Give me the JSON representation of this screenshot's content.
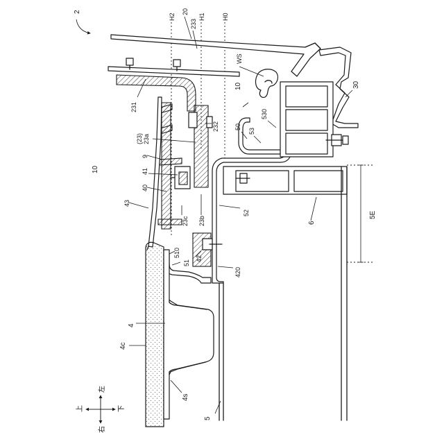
{
  "figure": {
    "ref_numbers": {
      "r2": "2",
      "r20": "20",
      "r233": "233",
      "rH2": "H2",
      "rH1": "H1",
      "rH0": "H0",
      "rWS": "WS",
      "r231": "231",
      "r10a": "10",
      "r10b": "10",
      "r30": "30",
      "r232": "232",
      "r23p": "(23)",
      "r23a": "23a",
      "r9": "9",
      "r530": "530",
      "r50": "50",
      "r53": "53",
      "r41": "41",
      "r40": "40",
      "r43": "43",
      "r23c": "23c",
      "r23b": "23b",
      "r52": "52",
      "r5E": "5E",
      "r6": "6",
      "r510": "510",
      "r51": "51",
      "r42": "42",
      "r420": "420",
      "r4": "4",
      "r4c": "4c",
      "r4s": "4s",
      "r5": "5"
    },
    "direction_labels": {
      "up": "上",
      "down": "下",
      "left": "左",
      "right": "右"
    }
  }
}
